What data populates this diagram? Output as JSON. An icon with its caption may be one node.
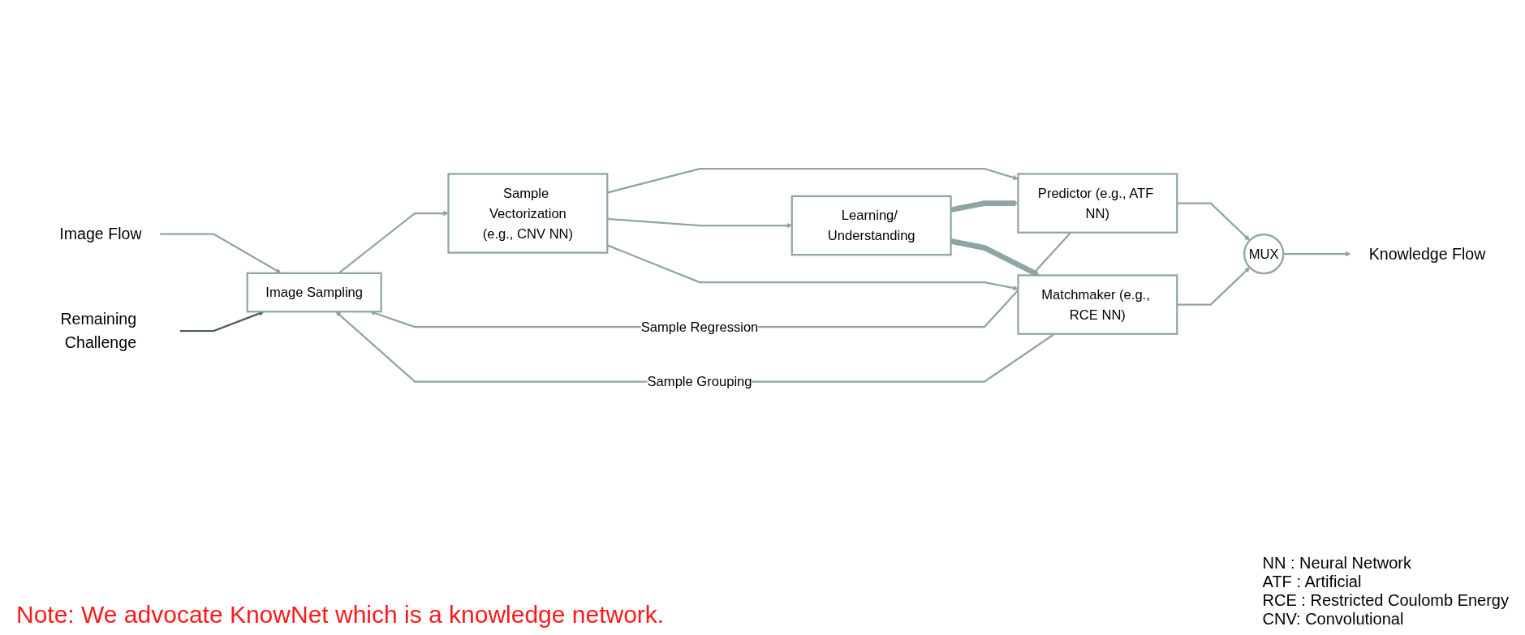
{
  "diagram": {
    "nodes": [
      {
        "text": [
          "Image Flow"
        ]
      },
      {
        "text": [
          "Image Sampling"
        ]
      },
      {
        "text": [
          "Sample Vectorization",
          "(e.g., CNV NN)"
        ]
      },
      {
        "text": [
          "Predictor (e.g., ATF NN)"
        ]
      },
      {
        "text": [
          "Learning/ Understanding"
        ]
      },
      {
        "text": [
          "Matchmaker (e.g., RCE NN)"
        ]
      },
      {
        "text": [
          "MUX"
        ]
      },
      {
        "text": [
          "Knowledge Flow"
        ]
      },
      {
        "text": [
          "Remaining Challenge"
        ]
      }
    ],
    "edges": [
      {
        "from": 0,
        "to": 1,
        "arrow": "to"
      },
      {
        "from": 1,
        "to": 2,
        "arrow": "to"
      },
      {
        "from": 2,
        "to": 3,
        "arrow": "to"
      },
      {
        "from": 2,
        "to": 4,
        "arrow": "to"
      },
      {
        "from": 2,
        "to": 5,
        "arrow": "to"
      },
      {
        "from": 4,
        "to": 3,
        "arrow": "to",
        "style": "thick"
      },
      {
        "from": 4,
        "to": 5,
        "arrow": "to",
        "style": "thick"
      },
      {
        "from": 3,
        "to": 6,
        "arrow": "to"
      },
      {
        "from": 5,
        "to": 6,
        "arrow": "to"
      },
      {
        "from": 3,
        "to": 1,
        "arrow": "to",
        "label": "Sample Regression"
      },
      {
        "from": 5,
        "to": 1,
        "arrow": "to",
        "label": "Sample Grouping"
      },
      {
        "from": 6,
        "to": 7,
        "arrow": "to"
      },
      {
        "from": 8,
        "to": 1,
        "arrow": "to",
        "color": "#4f5f5f"
      }
    ],
    "labels": [
      "NN : Neural Network",
      "ATF : Artificial",
      "RCE : Restricted Coulomb Energy",
      "CNV: Convolutional",
      "Note: We advocate KnowNet which is a knowledge network."
    ]
  }
}
